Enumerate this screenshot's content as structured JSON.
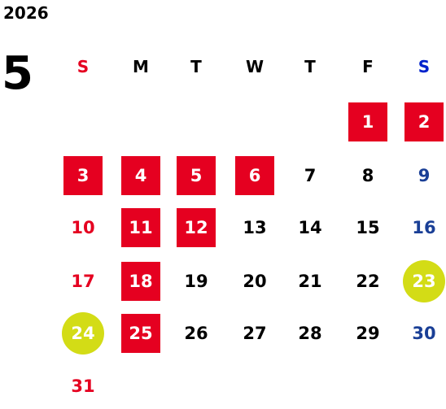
{
  "header": {
    "year": "2026",
    "month": "5"
  },
  "colors": {
    "sunday": "#e50020",
    "saturday": "#1a3f96",
    "weekday": "#000000",
    "holiday_bg": "#e50020",
    "special_bg": "#d3dc16"
  },
  "weekdays": [
    {
      "label": "S",
      "type": "sun"
    },
    {
      "label": "M",
      "type": "wd"
    },
    {
      "label": "T",
      "type": "wd"
    },
    {
      "label": "W",
      "type": "wd"
    },
    {
      "label": "T",
      "type": "wd"
    },
    {
      "label": "F",
      "type": "wd"
    },
    {
      "label": "S",
      "type": "sat"
    }
  ],
  "days": [
    {
      "day": "1",
      "col": 5,
      "row": 0,
      "hl": "red"
    },
    {
      "day": "2",
      "col": 6,
      "row": 0,
      "hl": "red"
    },
    {
      "day": "3",
      "col": 0,
      "row": 1,
      "hl": "red"
    },
    {
      "day": "4",
      "col": 1,
      "row": 1,
      "hl": "red"
    },
    {
      "day": "5",
      "col": 2,
      "row": 1,
      "hl": "red"
    },
    {
      "day": "6",
      "col": 3,
      "row": 1,
      "hl": "red"
    },
    {
      "day": "7",
      "col": 4,
      "row": 1,
      "hl": ""
    },
    {
      "day": "8",
      "col": 5,
      "row": 1,
      "hl": ""
    },
    {
      "day": "9",
      "col": 6,
      "row": 1,
      "hl": ""
    },
    {
      "day": "10",
      "col": 0,
      "row": 2,
      "hl": ""
    },
    {
      "day": "11",
      "col": 1,
      "row": 2,
      "hl": "red"
    },
    {
      "day": "12",
      "col": 2,
      "row": 2,
      "hl": "red"
    },
    {
      "day": "13",
      "col": 3,
      "row": 2,
      "hl": ""
    },
    {
      "day": "14",
      "col": 4,
      "row": 2,
      "hl": ""
    },
    {
      "day": "15",
      "col": 5,
      "row": 2,
      "hl": ""
    },
    {
      "day": "16",
      "col": 6,
      "row": 2,
      "hl": ""
    },
    {
      "day": "17",
      "col": 0,
      "row": 3,
      "hl": ""
    },
    {
      "day": "18",
      "col": 1,
      "row": 3,
      "hl": "red"
    },
    {
      "day": "19",
      "col": 2,
      "row": 3,
      "hl": ""
    },
    {
      "day": "20",
      "col": 3,
      "row": 3,
      "hl": ""
    },
    {
      "day": "21",
      "col": 4,
      "row": 3,
      "hl": ""
    },
    {
      "day": "22",
      "col": 5,
      "row": 3,
      "hl": ""
    },
    {
      "day": "23",
      "col": 6,
      "row": 3,
      "hl": "circle"
    },
    {
      "day": "24",
      "col": 0,
      "row": 4,
      "hl": "circle"
    },
    {
      "day": "25",
      "col": 1,
      "row": 4,
      "hl": "red"
    },
    {
      "day": "26",
      "col": 2,
      "row": 4,
      "hl": ""
    },
    {
      "day": "27",
      "col": 3,
      "row": 4,
      "hl": ""
    },
    {
      "day": "28",
      "col": 4,
      "row": 4,
      "hl": ""
    },
    {
      "day": "29",
      "col": 5,
      "row": 4,
      "hl": ""
    },
    {
      "day": "30",
      "col": 6,
      "row": 4,
      "hl": ""
    },
    {
      "day": "31",
      "col": 0,
      "row": 5,
      "hl": ""
    }
  ]
}
